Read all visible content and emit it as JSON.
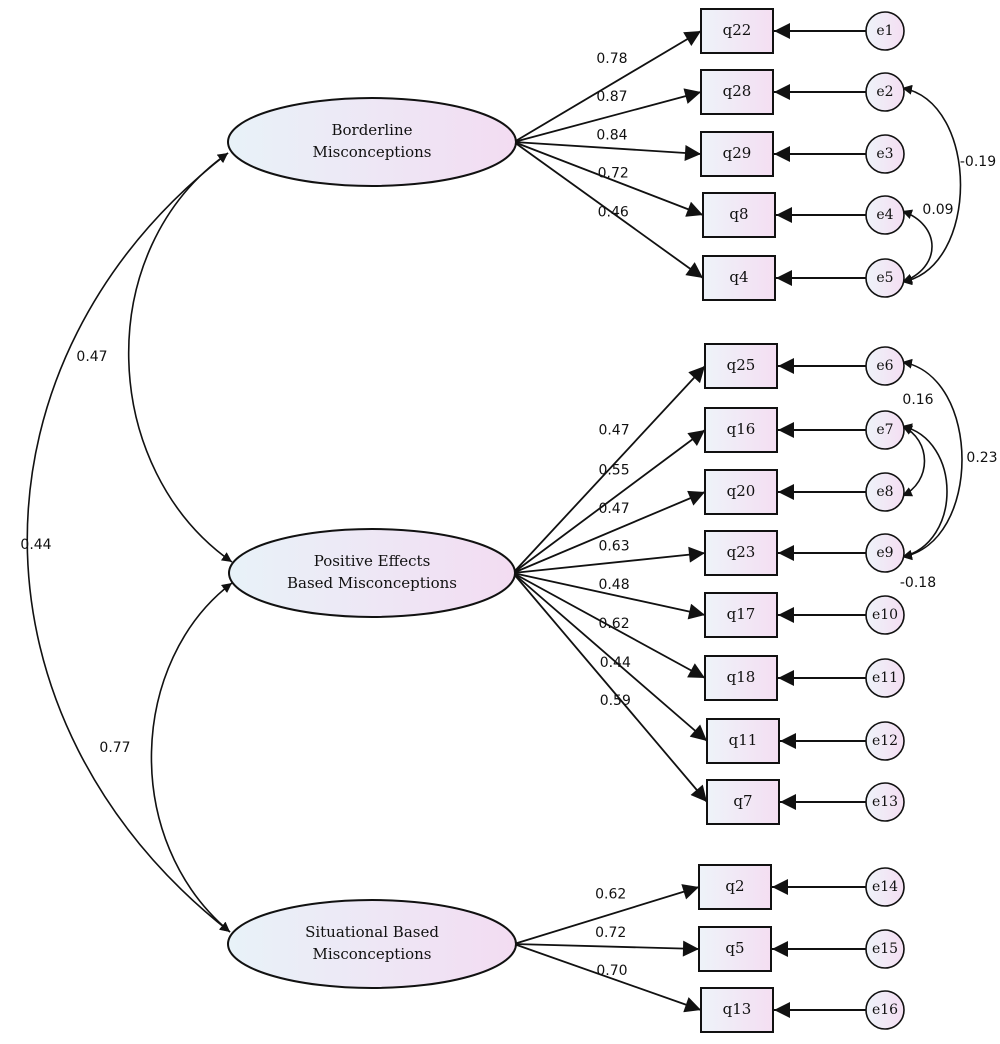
{
  "factors": [
    {
      "id": "F1",
      "line1": "Borderline",
      "line2": "Misconceptions"
    },
    {
      "id": "F2",
      "line1": "Positive Effects",
      "line2": "Based Misconceptions"
    },
    {
      "id": "F3",
      "line1": "Situational Based",
      "line2": "Misconceptions"
    }
  ],
  "items": [
    {
      "name": "q22",
      "error": "e1",
      "factor": "F1",
      "loading": "0.78"
    },
    {
      "name": "q28",
      "error": "e2",
      "factor": "F1",
      "loading": "0.87"
    },
    {
      "name": "q29",
      "error": "e3",
      "factor": "F1",
      "loading": "0.84"
    },
    {
      "name": "q8",
      "error": "e4",
      "factor": "F1",
      "loading": "0.72"
    },
    {
      "name": "q4",
      "error": "e5",
      "factor": "F1",
      "loading": "0.46"
    },
    {
      "name": "q25",
      "error": "e6",
      "factor": "F2",
      "loading": "0.47"
    },
    {
      "name": "q16",
      "error": "e7",
      "factor": "F2",
      "loading": "0.55"
    },
    {
      "name": "q20",
      "error": "e8",
      "factor": "F2",
      "loading": "0.47"
    },
    {
      "name": "q23",
      "error": "e9",
      "factor": "F2",
      "loading": "0.63"
    },
    {
      "name": "q17",
      "error": "e10",
      "factor": "F2",
      "loading": "0.48"
    },
    {
      "name": "q18",
      "error": "e11",
      "factor": "F2",
      "loading": "0.62"
    },
    {
      "name": "q11",
      "error": "e12",
      "factor": "F2",
      "loading": "0.44"
    },
    {
      "name": "q7",
      "error": "e13",
      "factor": "F2",
      "loading": "0.59"
    },
    {
      "name": "q2",
      "error": "e14",
      "factor": "F3",
      "loading": "0.62"
    },
    {
      "name": "q5",
      "error": "e15",
      "factor": "F3",
      "loading": "0.72"
    },
    {
      "name": "q13",
      "error": "e16",
      "factor": "F3",
      "loading": "0.70"
    }
  ],
  "factor_covariances": [
    {
      "from": "F1",
      "to": "F2",
      "value": "0.47"
    },
    {
      "from": "F1",
      "to": "F3",
      "value": "0.44"
    },
    {
      "from": "F2",
      "to": "F3",
      "value": "0.77"
    }
  ],
  "error_covariances": [
    {
      "from": "e2",
      "to": "e5",
      "value": "-0.19"
    },
    {
      "from": "e4",
      "to": "e5",
      "value": "0.09"
    },
    {
      "from": "e6",
      "to": "e9",
      "value": "0.23"
    },
    {
      "from": "e7",
      "to": "e8",
      "value": "0.16"
    },
    {
      "from": "e7",
      "to": "e9",
      "value": "-0.18"
    }
  ],
  "colors": {
    "ellipse_left": "#e8f2f8",
    "ellipse_right": "#f3dcf2",
    "stroke": "#111111"
  }
}
